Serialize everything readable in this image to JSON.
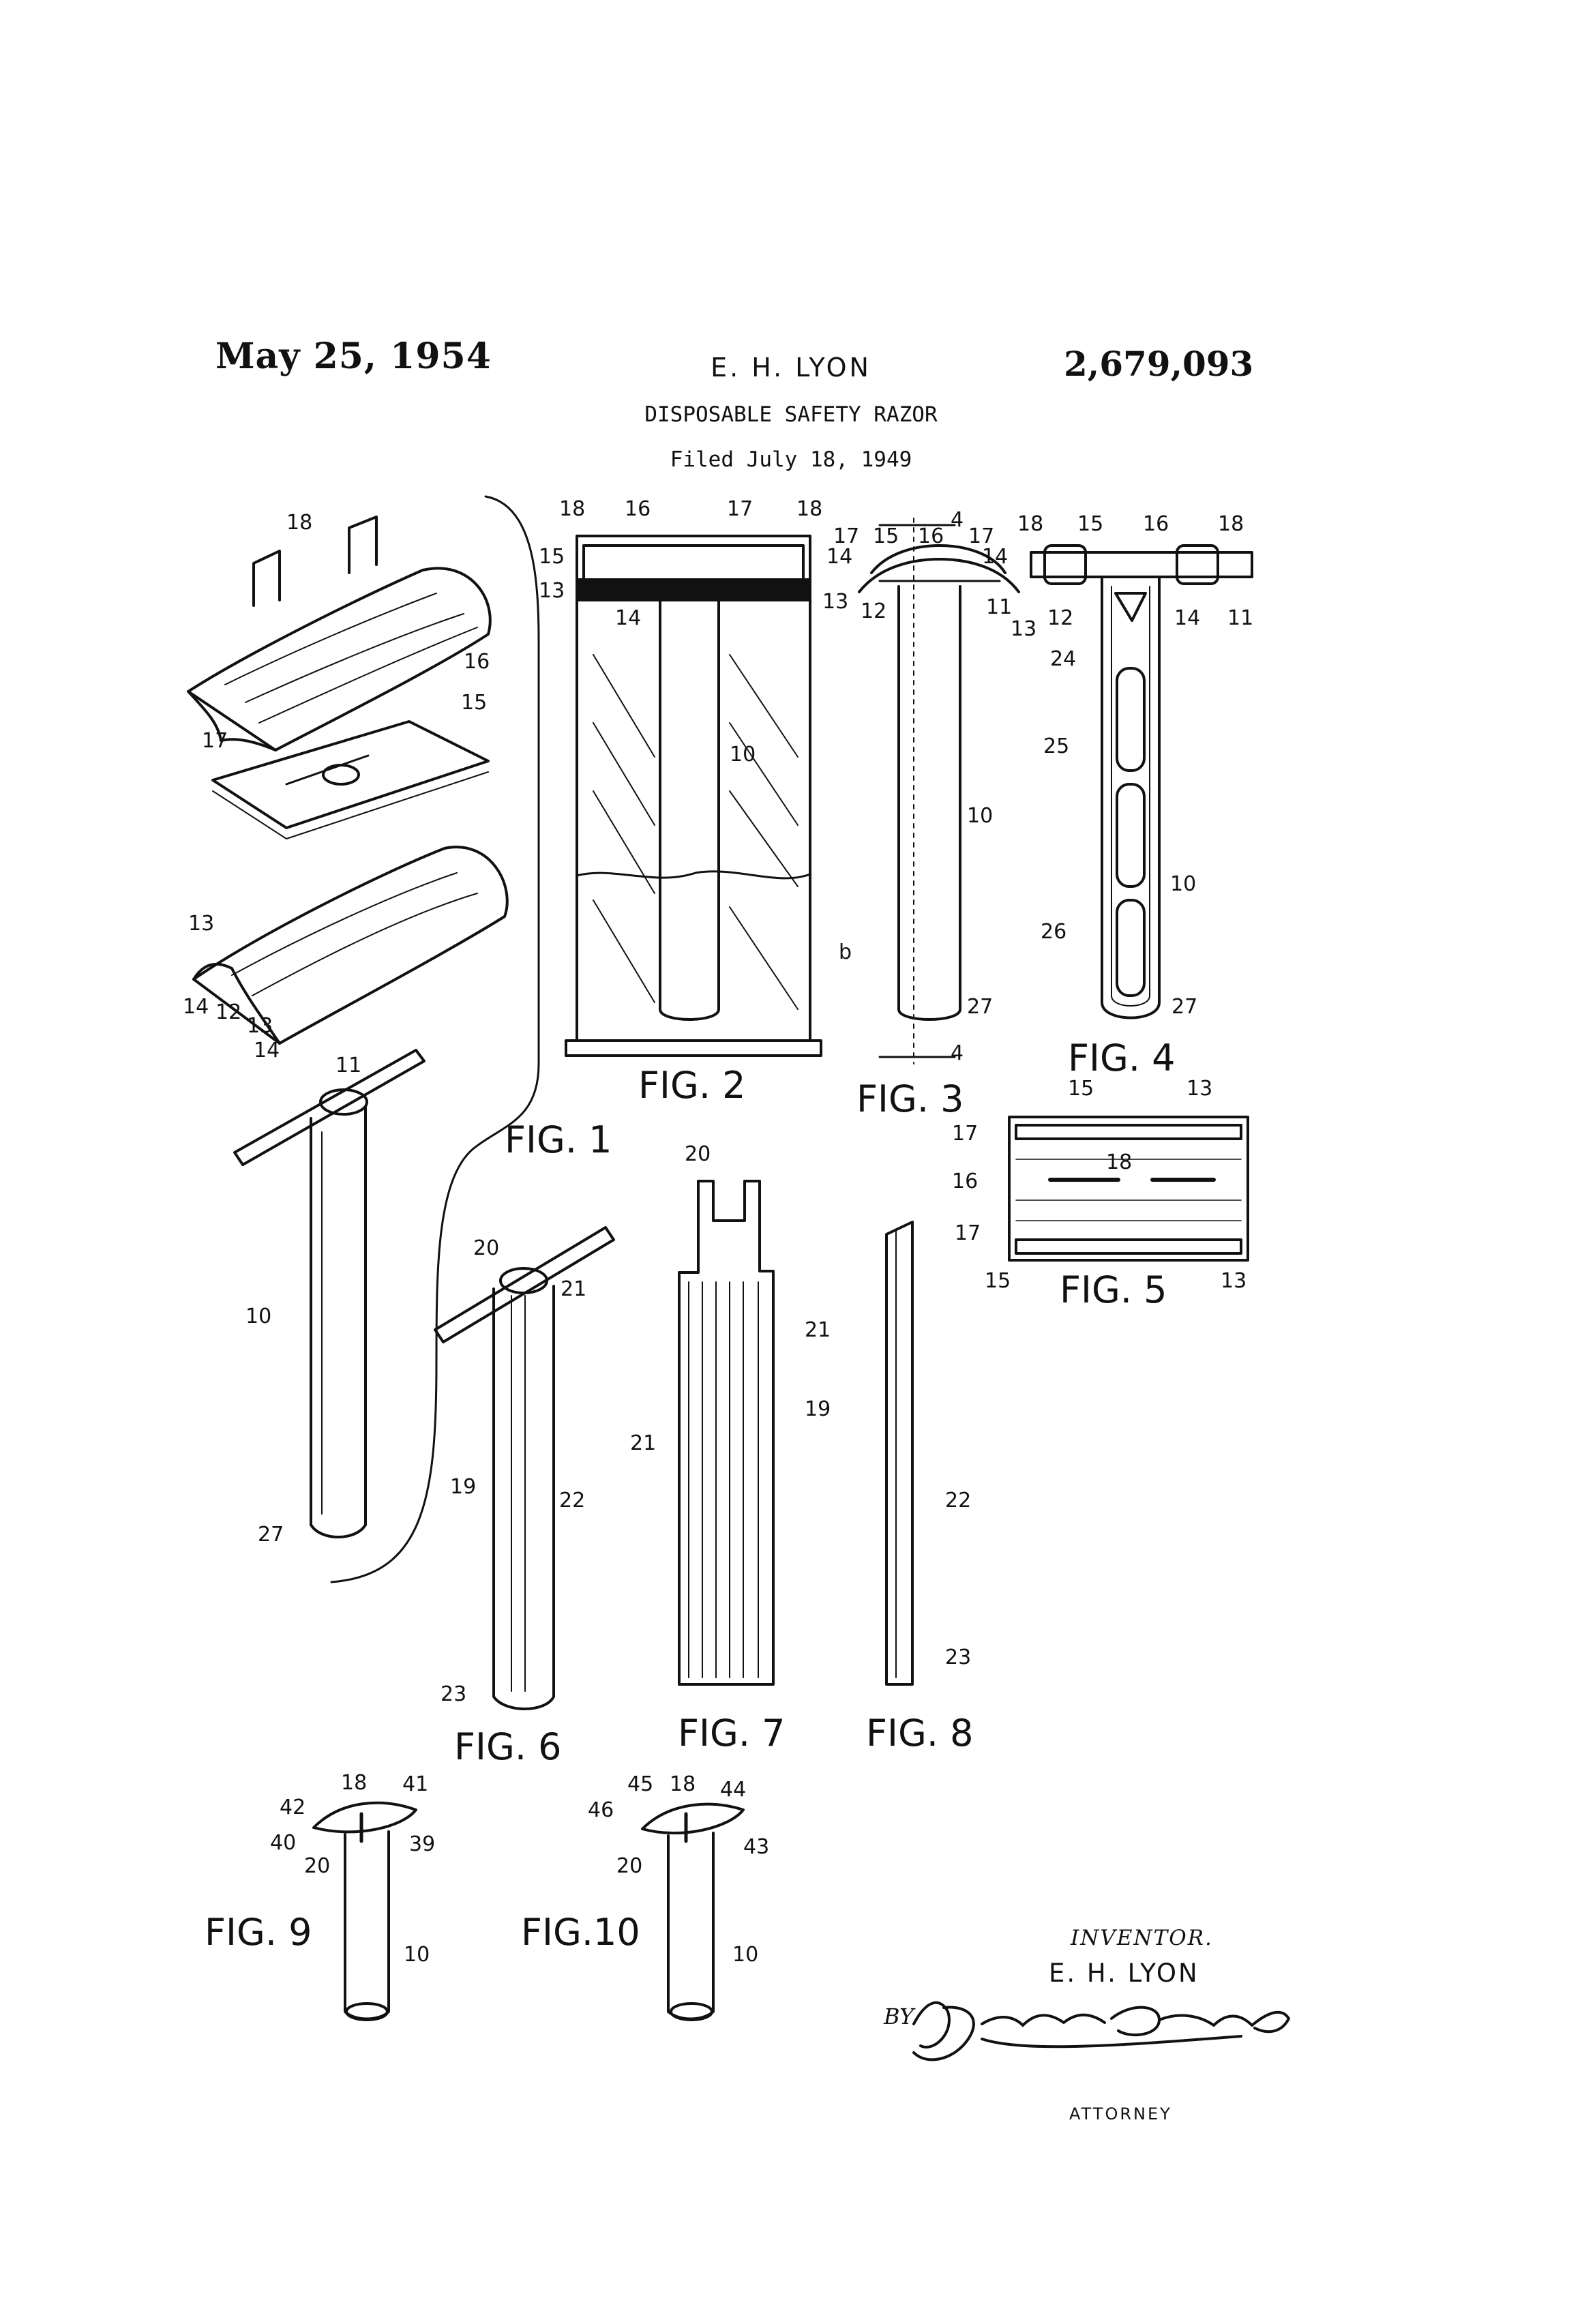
{
  "header": {
    "date": "May 25, 1954",
    "inventor": "E. H. LYON",
    "patent_number": "2,679,093",
    "title": "DISPOSABLE SAFETY RAZOR",
    "filed": "Filed July 18, 1949"
  },
  "figures": [
    {
      "label": "FIG. 1"
    },
    {
      "label": "FIG. 2"
    },
    {
      "label": "FIG. 3"
    },
    {
      "label": "FIG. 4"
    },
    {
      "label": "FIG. 5"
    },
    {
      "label": "FIG. 6"
    },
    {
      "label": "FIG. 7"
    },
    {
      "label": "FIG. 8"
    },
    {
      "label": "FIG. 9"
    },
    {
      "label": "FIG.10"
    }
  ],
  "reference_numerals": {
    "fig1": [
      "18",
      "16",
      "17",
      "15",
      "13",
      "14",
      "12",
      "13",
      "14",
      "11",
      "10",
      "27"
    ],
    "fig2": [
      "18",
      "16",
      "17",
      "18",
      "15",
      "13",
      "14",
      "10",
      "b"
    ],
    "fig3": [
      "4",
      "17",
      "15",
      "16",
      "17",
      "14",
      "14",
      "13",
      "12",
      "11",
      "10",
      "27",
      "4"
    ],
    "fig4": [
      "18",
      "15",
      "16",
      "18",
      "13",
      "12",
      "14",
      "11",
      "24",
      "25",
      "10",
      "26",
      "27"
    ],
    "fig5": [
      "15",
      "13",
      "17",
      "18",
      "16",
      "17",
      "15",
      "13"
    ],
    "fig6": [
      "20",
      "21",
      "19",
      "22",
      "23"
    ],
    "fig7": [
      "20",
      "21",
      "19",
      "21"
    ],
    "fig8": [
      "22",
      "23"
    ],
    "fig9": [
      "18",
      "41",
      "42",
      "40",
      "39",
      "20",
      "10"
    ],
    "fig10": [
      "45",
      "18",
      "44",
      "46",
      "43",
      "20",
      "10"
    ]
  },
  "signature": {
    "inventor_heading": "INVENTOR.",
    "inventor_name": "E. H. LYON",
    "by": "BY",
    "attorney_signature": "A. Yates Dowell",
    "attorney_label": "ATTORNEY"
  }
}
